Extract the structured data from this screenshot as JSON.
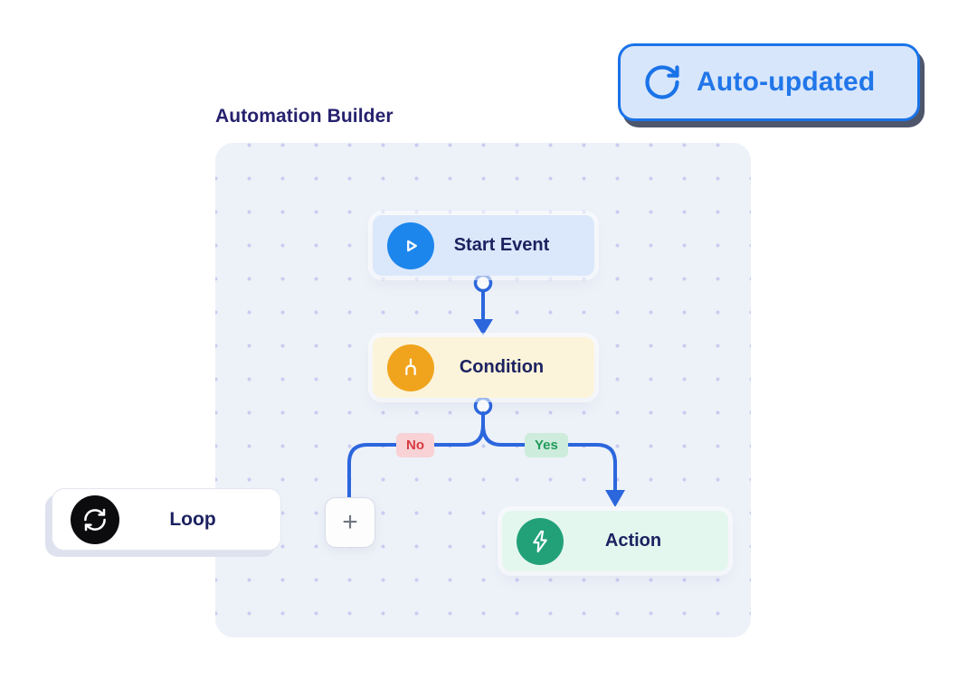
{
  "page": {
    "title": "Automation Builder"
  },
  "badge": {
    "label": "Auto-updated",
    "icon": "refresh-icon"
  },
  "canvas": {
    "nodes": {
      "start": {
        "label": "Start Event",
        "icon": "play-icon",
        "icon_color": "#1d86ec",
        "bg": "#dbe8fb"
      },
      "condition": {
        "label": "Condition",
        "icon": "branch-icon",
        "icon_color": "#f0a41d",
        "bg": "#fcf4da"
      },
      "action": {
        "label": "Action",
        "icon": "lightning-icon",
        "icon_color": "#22a178",
        "bg": "#e4f7ef"
      },
      "add": {
        "label": "+"
      }
    },
    "branches": {
      "no": "No",
      "yes": "Yes"
    }
  },
  "loop_card": {
    "label": "Loop",
    "icon": "sync-icon"
  },
  "colors": {
    "accent_blue": "#1a73e8",
    "connector_blue": "#2b66dd",
    "title_navy": "#26216e",
    "node_text": "#1c2260",
    "canvas_bg": "#edf1f8",
    "dot_grid": "#c7cdf0",
    "no_bg": "#f8d2d4",
    "no_text": "#d63b41",
    "yes_bg": "#cdecdb",
    "yes_text": "#229a5c"
  }
}
